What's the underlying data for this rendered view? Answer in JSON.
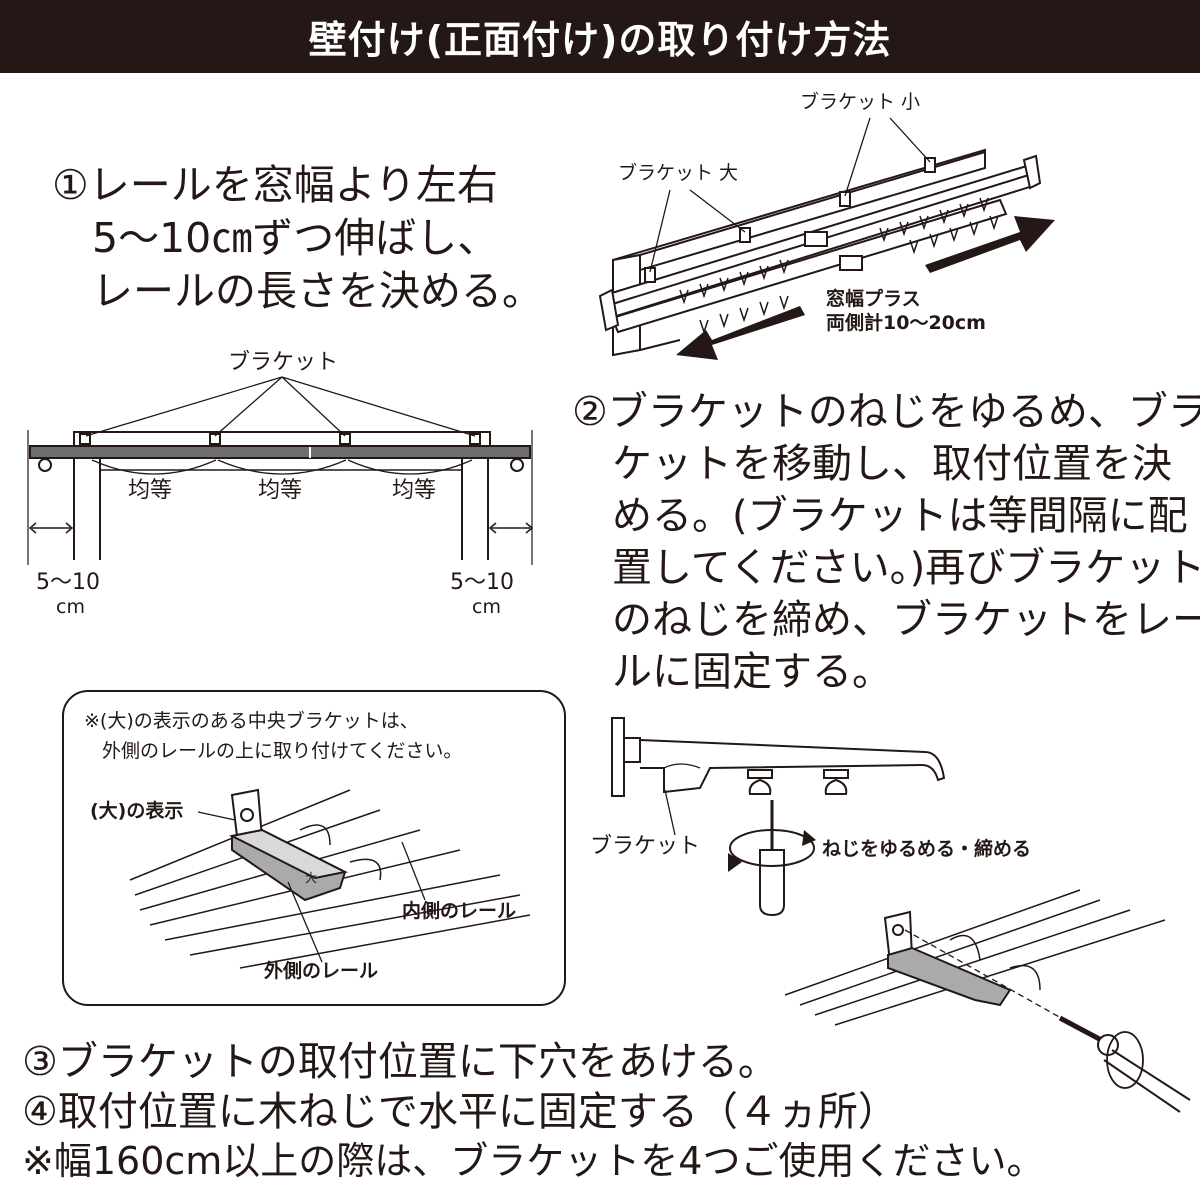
{
  "title": "壁付け(正面付け)の取り付け方法",
  "step1": [
    "①レールを窓幅より左右",
    "5〜10㎝ずつ伸ばし、",
    "レールの長さを決める。"
  ],
  "top_diagram": {
    "label_bracket_small": "ブラケット 小",
    "label_bracket_large": "ブラケット 大",
    "label_width_plus": "窓幅プラス",
    "label_total": "両側計10〜20cm"
  },
  "front_diagram": {
    "label_bracket": "ブラケット",
    "equal_labels": [
      "均等",
      "均等",
      "均等"
    ],
    "left_offset": "5〜10",
    "left_unit": "cm",
    "right_offset": "5〜10",
    "right_unit": "cm"
  },
  "step2": [
    "②ブラケットのねじをゆるめ、ブラ",
    "ケットを移動し、取付位置を決",
    "める。(ブラケットは等間隔に配",
    "置してください。)再びブラケット",
    "のねじを締め、ブラケットをレー",
    "ルに固定する。"
  ],
  "note_box": {
    "line1": "※(大)の表示のある中央ブラケットは、",
    "line2": "外側のレールの上に取り付けてください。",
    "label_large_mark": "(大)の表示",
    "label_inner_rail": "内側のレール",
    "label_outer_rail": "外側のレール"
  },
  "side_diagram": {
    "label_bracket": "ブラケット",
    "label_screw": "ねじをゆるめる・締める"
  },
  "step3": "③ブラケットの取付位置に下穴をあける。",
  "step4": "④取付位置に木ねじで水平に固定する（４ヵ所）",
  "footnote": "※幅160cm以上の際は、ブラケットを4つご使用ください。"
}
